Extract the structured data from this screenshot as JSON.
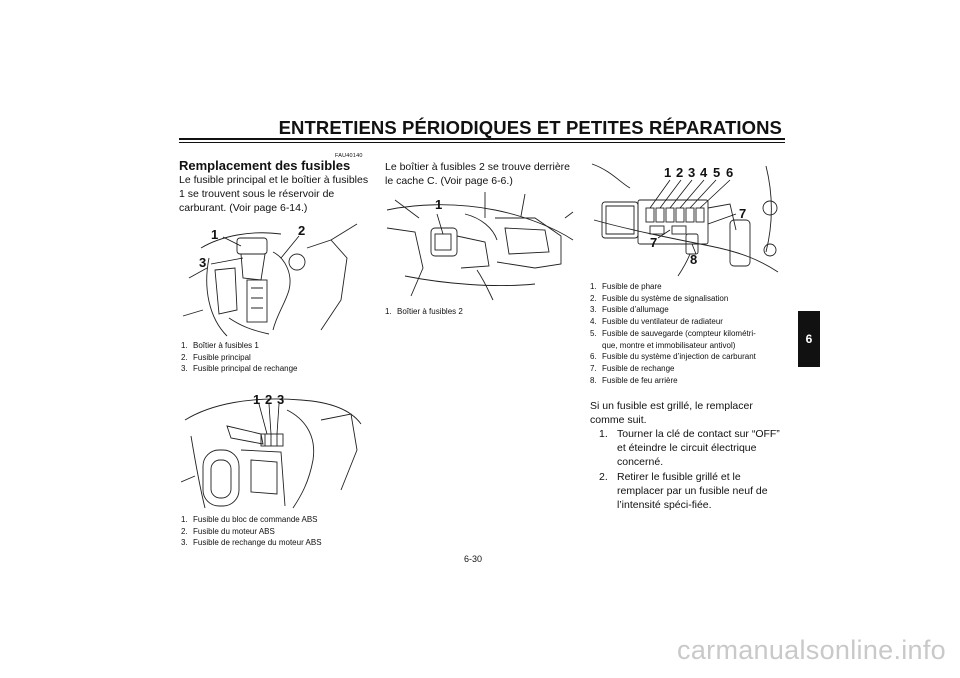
{
  "header": {
    "title": "ENTRETIENS PÉRIODIQUES ET PETITES RÉPARATIONS"
  },
  "section": {
    "code": "FAU40140",
    "heading": "Remplacement des fusibles",
    "intro": "Le fusible principal et le boîtier à fusibles 1 se trouvent sous le réservoir de carburant. (Voir page 6-14.)"
  },
  "figure1": {
    "callouts": [
      "1",
      "2",
      "3"
    ],
    "captions": [
      {
        "num": "1.",
        "text": "Boîtier à fusibles 1"
      },
      {
        "num": "2.",
        "text": "Fusible principal"
      },
      {
        "num": "3.",
        "text": "Fusible principal de rechange"
      }
    ]
  },
  "figure2": {
    "callouts": [
      "1",
      "2",
      "3"
    ],
    "captions": [
      {
        "num": "1.",
        "text": "Fusible du bloc de commande ABS"
      },
      {
        "num": "2.",
        "text": "Fusible du moteur ABS"
      },
      {
        "num": "3.",
        "text": "Fusible de rechange du moteur ABS"
      }
    ]
  },
  "middle": {
    "text": "Le boîtier à fusibles 2 se trouve derrière le cache C. (Voir page 6-6.)"
  },
  "figure3": {
    "callouts": [
      "1"
    ],
    "captions": [
      {
        "num": "1.",
        "text": "Boîtier à fusibles 2"
      }
    ]
  },
  "figure4": {
    "callouts": [
      "1",
      "2",
      "3",
      "4",
      "5",
      "6",
      "7",
      "7",
      "8"
    ],
    "captions": [
      {
        "num": "1.",
        "text": "Fusible de phare"
      },
      {
        "num": "2.",
        "text": "Fusible du système de signalisation"
      },
      {
        "num": "3.",
        "text": "Fusible d’allumage"
      },
      {
        "num": "4.",
        "text": "Fusible du ventilateur de radiateur"
      },
      {
        "num": "5.",
        "text": "Fusible de sauvegarde (compteur kilométri-",
        "cont": "que, montre et immobilisateur antivol)"
      },
      {
        "num": "6.",
        "text": "Fusible du système d’injection de carburant"
      },
      {
        "num": "7.",
        "text": "Fusible de rechange"
      },
      {
        "num": "8.",
        "text": "Fusible de feu arrière"
      }
    ]
  },
  "procedure": {
    "intro": "Si un fusible est grillé, le remplacer comme suit.",
    "steps": [
      {
        "num": "1.",
        "text": "Tourner la clé de contact sur “OFF” et éteindre le circuit électrique concerné."
      },
      {
        "num": "2.",
        "text": "Retirer le fusible grillé et le remplacer par un fusible neuf de l’intensité spéci-fiée."
      }
    ]
  },
  "tab": {
    "label": "6"
  },
  "footer": {
    "page_number": "6-30"
  },
  "watermark": {
    "text": "carmanualsonline.info"
  }
}
